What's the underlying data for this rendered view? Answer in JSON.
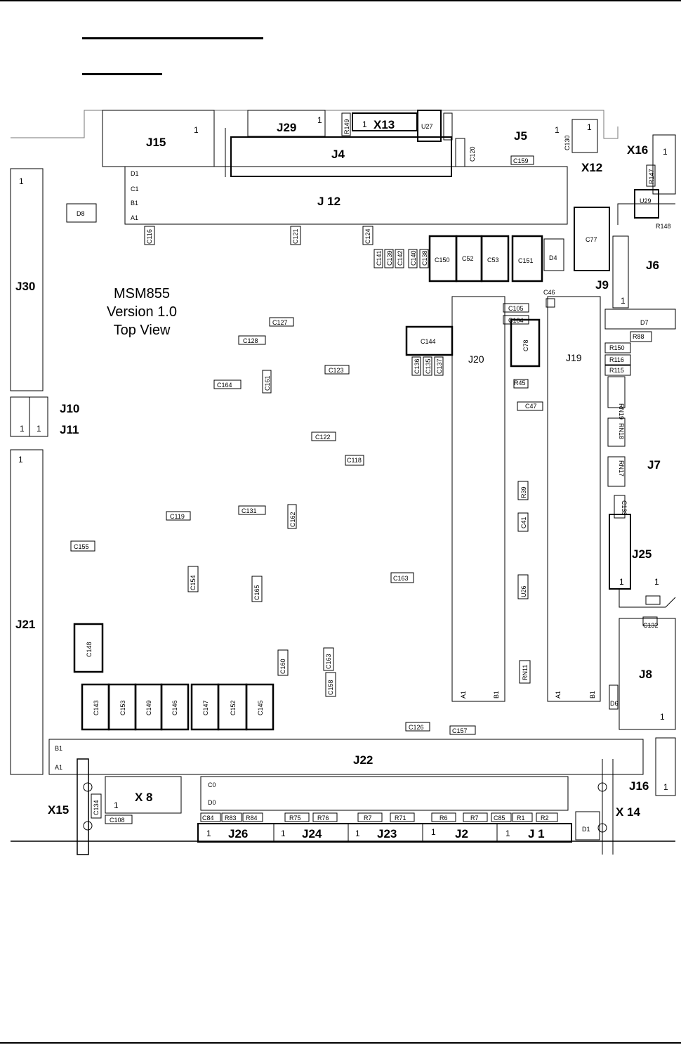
{
  "board": {
    "title": "MSM855",
    "version": "Version 1.0",
    "view": "Top View"
  },
  "connectors": {
    "J15": "J15",
    "J29": "J29",
    "X13": "X13",
    "J5": "J5",
    "J4": "J4",
    "X12": "X12",
    "X16": "X16",
    "J12": "J 12",
    "J30": "J30",
    "J6": "J6",
    "J9": "J9",
    "J20": "J20",
    "J19": "J19",
    "J10": "J10",
    "J11": "J11",
    "J7": "J7",
    "J25": "J25",
    "J21": "J21",
    "J8": "J8",
    "J22": "J22",
    "X15": "X15",
    "X8": "X 8",
    "J16": "J16",
    "X14": "X 14",
    "J26": "J26",
    "J24": "J24",
    "J23": "J23",
    "J2": "J2",
    "J1": "J 1"
  },
  "pins": {
    "one": "1",
    "D1": "D1",
    "C1": "C1",
    "B1": "B1",
    "A1": "A1",
    "C0": "C0",
    "D0": "D0"
  },
  "components": {
    "D8": "D8",
    "D4": "D4",
    "D7": "D7",
    "D6": "D6",
    "D1": "D1",
    "U27": "U27",
    "U29": "U29",
    "U26": "U26",
    "C77": "C77",
    "C78": "C78",
    "C144": "C144",
    "C150": "C150",
    "C52": "C52",
    "C53": "C53",
    "C151": "C151",
    "C148": "C148",
    "C143": "C143",
    "C153": "C153",
    "C149": "C149",
    "C146": "C146",
    "C147": "C147",
    "C152": "C152",
    "C145": "C145",
    "C116": "C116",
    "C121": "C121",
    "C124": "C124",
    "C141": "C141",
    "C139": "C139",
    "C142": "C142",
    "C140": "C140",
    "C138": "C138",
    "C120": "C120",
    "C159": "C159",
    "C130": "C130",
    "C46": "C46",
    "C105": "C105",
    "C104": "C104",
    "C127": "C127",
    "C128": "C128",
    "C123": "C123",
    "C136": "C136",
    "C135": "C135",
    "C137": "C137",
    "C164": "C164",
    "C161": "C161",
    "C122": "C122",
    "C118": "C118",
    "C119": "C119",
    "C131": "C131",
    "C162": "C162",
    "C155": "C155",
    "C154": "C154",
    "C165": "C165",
    "C163": "C163",
    "C160": "C160",
    "C158": "C158",
    "C126": "C126",
    "C157": "C157",
    "C47": "C47",
    "C41": "C41",
    "C133": "C133",
    "C132": "C132",
    "C134": "C134",
    "C108": "C108",
    "C84": "C84",
    "C85": "C85",
    "R149": "R149",
    "R148": "R148",
    "R147": "R147",
    "R150": "R150",
    "R116": "R116",
    "R115": "R115",
    "R88": "R88",
    "R45": "R45",
    "R39": "R39",
    "R83": "R83",
    "R84": "R84",
    "R75": "R75",
    "R76": "R76",
    "R7a": "R7",
    "R71": "R71",
    "R6": "R6",
    "R7": "R7",
    "R1": "R1",
    "R2": "R2",
    "RN19": "RN19",
    "RN18": "RN18",
    "RN17": "RN17",
    "RN11": "RN11"
  }
}
